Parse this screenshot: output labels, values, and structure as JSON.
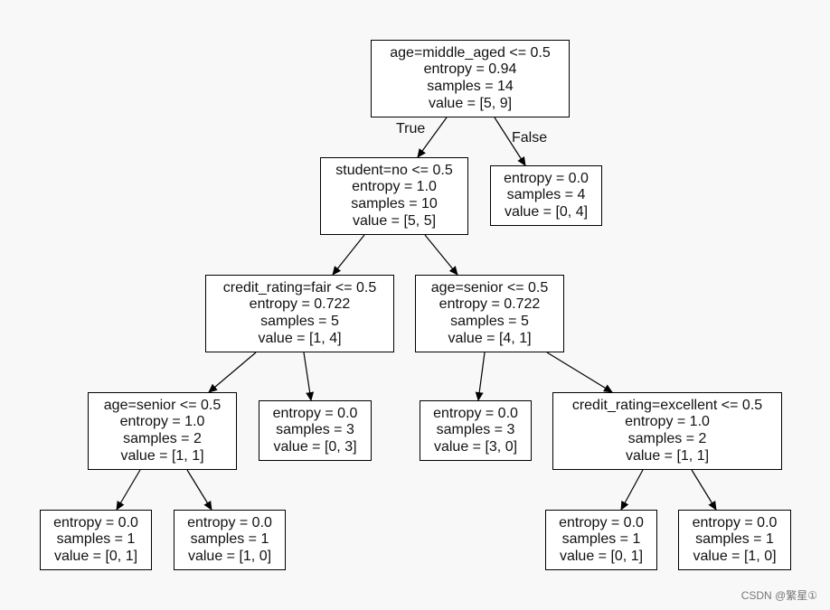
{
  "nodes": [
    {
      "id": "n0",
      "lines": [
        "age=middle_aged <= 0.5",
        "entropy = 0.94",
        "samples = 14",
        "value = [5, 9]"
      ]
    },
    {
      "id": "n1",
      "lines": [
        "student=no <= 0.5",
        "entropy = 1.0",
        "samples = 10",
        "value = [5, 5]"
      ]
    },
    {
      "id": "n2",
      "lines": [
        "entropy = 0.0",
        "samples = 4",
        "value = [0, 4]"
      ]
    },
    {
      "id": "n3",
      "lines": [
        "credit_rating=fair <= 0.5",
        "entropy = 0.722",
        "samples = 5",
        "value = [1, 4]"
      ]
    },
    {
      "id": "n4",
      "lines": [
        "age=senior <= 0.5",
        "entropy = 0.722",
        "samples = 5",
        "value = [4, 1]"
      ]
    },
    {
      "id": "n5",
      "lines": [
        "age=senior <= 0.5",
        "entropy = 1.0",
        "samples = 2",
        "value = [1, 1]"
      ]
    },
    {
      "id": "n6",
      "lines": [
        "entropy = 0.0",
        "samples = 3",
        "value = [0, 3]"
      ]
    },
    {
      "id": "n7",
      "lines": [
        "entropy = 0.0",
        "samples = 3",
        "value = [3, 0]"
      ]
    },
    {
      "id": "n8",
      "lines": [
        "credit_rating=excellent <= 0.5",
        "entropy = 1.0",
        "samples = 2",
        "value = [1, 1]"
      ]
    },
    {
      "id": "n9",
      "lines": [
        "entropy = 0.0",
        "samples = 1",
        "value = [0, 1]"
      ]
    },
    {
      "id": "n10",
      "lines": [
        "entropy = 0.0",
        "samples = 1",
        "value = [1, 0]"
      ]
    },
    {
      "id": "n11",
      "lines": [
        "entropy = 0.0",
        "samples = 1",
        "value = [0, 1]"
      ]
    },
    {
      "id": "n12",
      "lines": [
        "entropy = 0.0",
        "samples = 1",
        "value = [1, 0]"
      ]
    }
  ],
  "edges": [
    {
      "from": "n0",
      "to": "n1",
      "label": "True"
    },
    {
      "from": "n0",
      "to": "n2",
      "label": "False"
    },
    {
      "from": "n1",
      "to": "n3"
    },
    {
      "from": "n1",
      "to": "n4"
    },
    {
      "from": "n3",
      "to": "n5"
    },
    {
      "from": "n3",
      "to": "n6"
    },
    {
      "from": "n4",
      "to": "n7"
    },
    {
      "from": "n4",
      "to": "n8"
    },
    {
      "from": "n5",
      "to": "n9"
    },
    {
      "from": "n5",
      "to": "n10"
    },
    {
      "from": "n8",
      "to": "n11"
    },
    {
      "from": "n8",
      "to": "n12"
    }
  ],
  "watermark": "CSDN @繁星①"
}
